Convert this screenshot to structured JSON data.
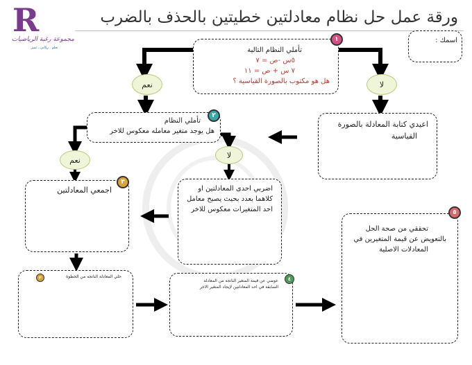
{
  "header": {
    "title": "ورقة عمل حل نظام معادلتين خطيتين بالحذف بالضرب",
    "logo_name": "مجموعة رغبة الرياضيات",
    "logo_subtitle": "تعلم . ركاني . تميز"
  },
  "name_field": {
    "label": "اسمك :"
  },
  "steps": {
    "step1": {
      "number": "١",
      "line1": "تأملي النظام التالية",
      "eq1": "٥س -ص = ٧",
      "eq2": "٧ س + ص = ١١",
      "question": "هل هو مكتوب بالصورة القياسية ؟"
    },
    "step2": {
      "number": "٢",
      "line1": "تأملي النظام",
      "line2": "هل يوجد متغير  معامله  معكوس للاخر"
    },
    "step3": {
      "number": "٣",
      "text": "اجمعي المعادلتين"
    },
    "step3b": {
      "number": "٣",
      "text": "حلي المعادلة الناتجه من الخطوة"
    },
    "step4": {
      "number": "٤",
      "line1": "عوضي عن قيمة المتغير الناتجة من المعادلة",
      "line2": "السابقة في احد المعادلتين لإيجاد المتغير الاخر"
    },
    "step5": {
      "number": "٥",
      "line1": "تحققي من صحة الحل",
      "line2": "بالتعويض عن قيمة المتغيرين في",
      "line3": "المعادلات الاصلية"
    }
  },
  "answers": {
    "yes": "نعم",
    "no": "لا"
  },
  "side_boxes": {
    "standard_form": {
      "line1": "اعيدي كتابة المعادلة بالصورة",
      "line2": "القياسية"
    },
    "multiply": {
      "line1": "اضربي احدى المعادلتين  او",
      "line2": "كلاهما بعدد بحيث يصبح معامل",
      "line3": "احد المتغيرات معكوس للاخر"
    }
  },
  "colors": {
    "badge1": "#d64f86",
    "badge2": "#3aa6a6",
    "badge3": "#d8a53a",
    "badge4": "#4d9b56",
    "badge5": "#d96a6a",
    "oval_fill": "#eef5d8",
    "eq_text": "#c0392b"
  },
  "icons": {
    "arrow": "bold-arrow",
    "watermark": "calligraphy-seal"
  }
}
